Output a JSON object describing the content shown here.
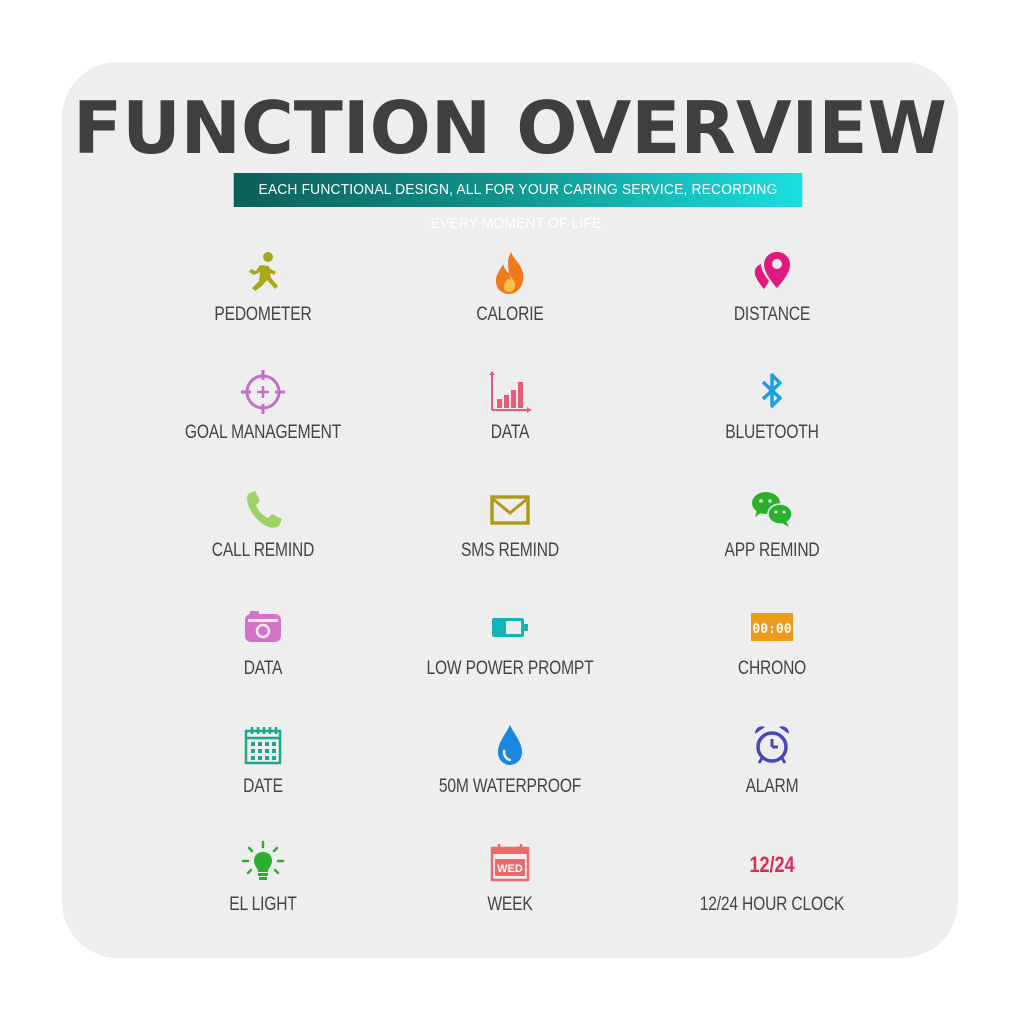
{
  "title": "FUNCTION OVERVIEW",
  "subtitle": "EACH FUNCTIONAL DESIGN, ALL FOR YOUR CARING SERVICE, RECORDING EVERY MOMENT OF LIFE.",
  "colors": {
    "title": "#3f3f3f",
    "card_background": "#eeeeee",
    "banner_start": "#0d5f57",
    "banner_end": "#19e0e0"
  },
  "features": [
    {
      "label": "PEDOMETER",
      "icon": "running-person-icon",
      "color": "#a9a81c"
    },
    {
      "label": "CALORIE",
      "icon": "flame-icon",
      "color": "#f07a1a"
    },
    {
      "label": "DISTANCE",
      "icon": "location-pin-icon",
      "color": "#e0197d"
    },
    {
      "label": "GOAL MANAGEMENT",
      "icon": "crosshair-target-icon",
      "color": "#c46fc8"
    },
    {
      "label": "DATA",
      "icon": "bar-chart-icon",
      "color": "#e85a78"
    },
    {
      "label": "BLUETOOTH",
      "icon": "bluetooth-icon",
      "color": "#1aa0e6"
    },
    {
      "label": "CALL REMIND",
      "icon": "phone-icon",
      "color": "#9fd06a"
    },
    {
      "label": "SMS REMIND",
      "icon": "envelope-icon",
      "color": "#b09a1e"
    },
    {
      "label": "APP REMIND",
      "icon": "chat-bubbles-icon",
      "color": "#2bb02b"
    },
    {
      "label": "DATA",
      "icon": "camera-icon",
      "color": "#d472c8"
    },
    {
      "label": "LOW POWER PROMPT",
      "icon": "battery-icon",
      "color": "#12b5b5"
    },
    {
      "label": "CHRONO",
      "icon": "digital-clock-icon",
      "color": "#ef9a1a",
      "icon_text": "00:00"
    },
    {
      "label": "DATE",
      "icon": "calendar-icon",
      "color": "#1aa88e"
    },
    {
      "label": "50M WATERPROOF",
      "icon": "water-drop-icon",
      "color": "#1a88e0"
    },
    {
      "label": "ALARM",
      "icon": "alarm-clock-icon",
      "color": "#4a47b8"
    },
    {
      "label": "EL LIGHT",
      "icon": "light-bulb-icon",
      "color": "#2bb02b"
    },
    {
      "label": "WEEK",
      "icon": "weekday-calendar-icon",
      "color": "#ea6a6a",
      "icon_text": "WED"
    },
    {
      "label": "12/24 HOUR CLOCK",
      "icon": "hour-format-icon",
      "color": "#e02a5a",
      "icon_text": "12/24"
    }
  ]
}
